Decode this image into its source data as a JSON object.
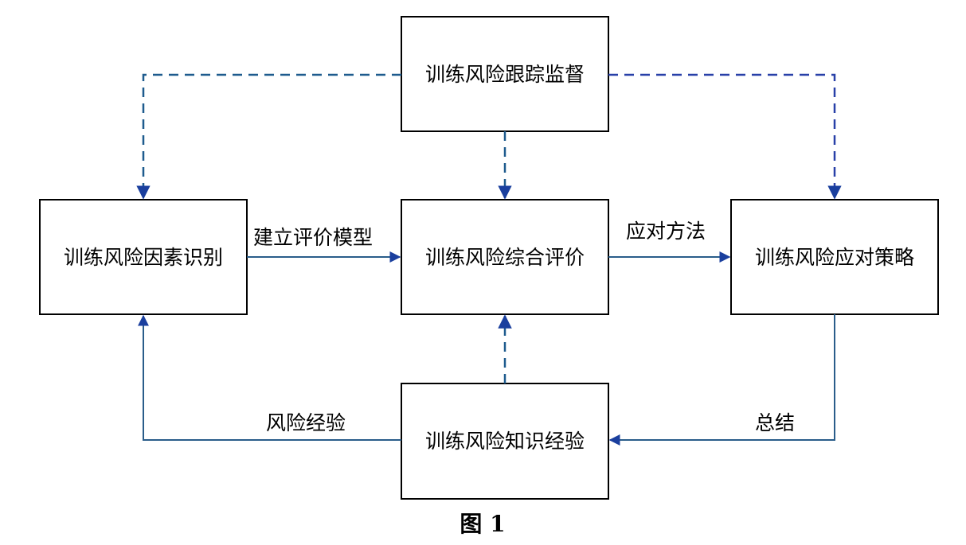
{
  "nodes": {
    "supervise": "训练风险跟踪监督",
    "identify": "训练风险因素识别",
    "evaluate": "训练风险综合评价",
    "strategy": "训练风险应对策略",
    "knowledge": "训练风险知识经验"
  },
  "edges": {
    "identify_to_evaluate": "建立评价模型",
    "evaluate_to_strategy": "应对方法",
    "strategy_to_knowledge": "总结",
    "knowledge_to_identify": "风险经验"
  },
  "caption": "图 1",
  "colors": {
    "solid_line": "#2a5d8a",
    "dashed_line": "#1e5b8e",
    "dashed_line_right": "#2840a8",
    "arrowhead": "#1a3f9e"
  }
}
